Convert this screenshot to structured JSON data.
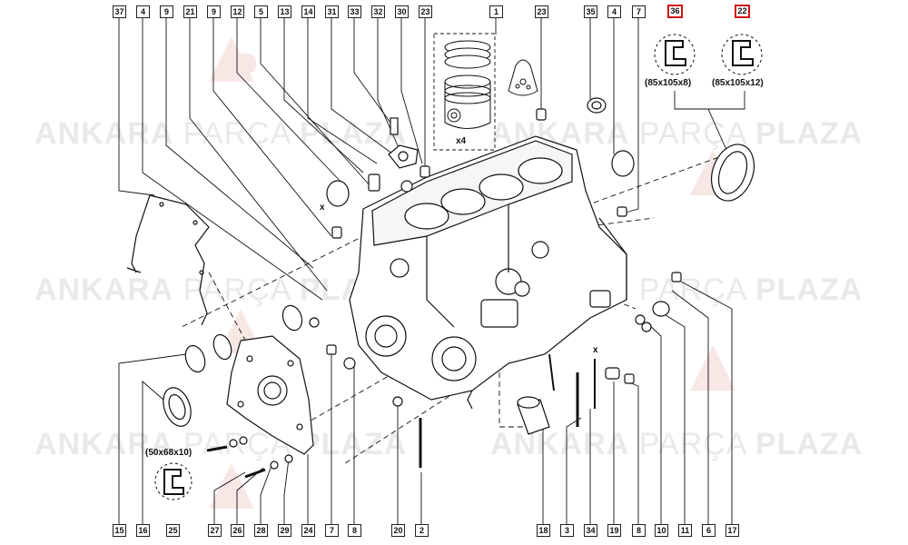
{
  "watermark": {
    "word1": "ANKARA",
    "word2": "PARÇA",
    "word3": "PLAZA"
  },
  "top_callouts": [
    "37",
    "4",
    "9",
    "21",
    "9",
    "12",
    "5",
    "13",
    "14",
    "31",
    "33",
    "32",
    "30",
    "23",
    "1",
    "23",
    "35",
    "4",
    "7",
    "36",
    "22"
  ],
  "bottom_callouts": [
    "15",
    "16",
    "25",
    "27",
    "26",
    "28",
    "29",
    "24",
    "7",
    "8",
    "20",
    "2",
    "18",
    "3",
    "34",
    "19",
    "8",
    "10",
    "11",
    "6",
    "17"
  ],
  "highlighted": [
    "36",
    "22"
  ],
  "dimensions": {
    "seal_36": "(85x105x8)",
    "seal_22": "(85x105x12)",
    "seal_25": "(50x68x10)"
  },
  "piston_count": "x4",
  "mark_x": "x"
}
